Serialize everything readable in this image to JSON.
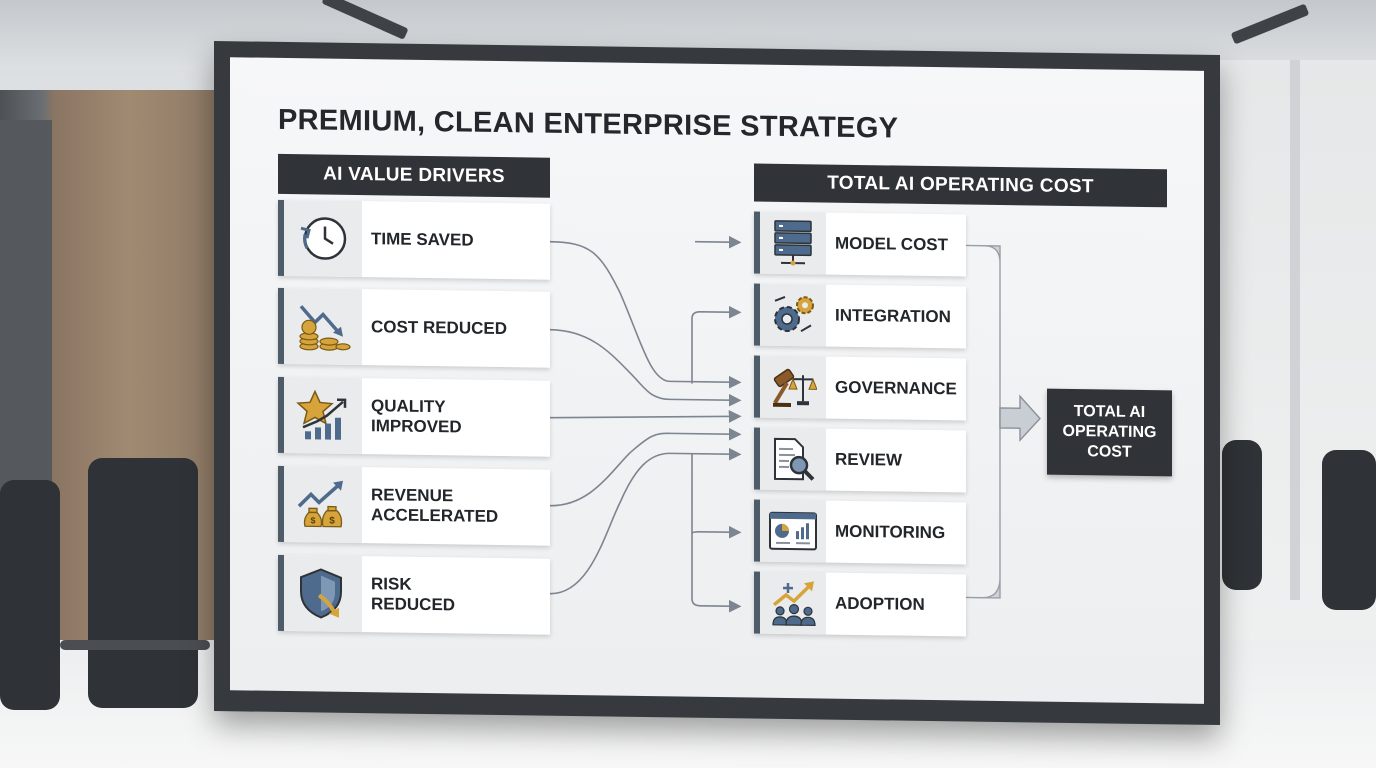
{
  "title": "PREMIUM, CLEAN ENTERPRISE STRATEGY",
  "value_drivers": {
    "header": "AI VALUE DRIVERS",
    "items": [
      {
        "label": "TIME SAVED",
        "icon": "clock-icon"
      },
      {
        "label": "COST REDUCED",
        "icon": "coins-down-icon"
      },
      {
        "label": "QUALITY\nIMPROVED",
        "icon": "star-chart-icon"
      },
      {
        "label": "REVENUE\nACCELERATED",
        "icon": "money-bag-growth-icon"
      },
      {
        "label": "RISK\nREDUCED",
        "icon": "shield-icon"
      }
    ]
  },
  "operating_cost": {
    "header": "TOTAL AI OPERATING COST",
    "items": [
      {
        "label": "MODEL COST",
        "icon": "server-icon"
      },
      {
        "label": "INTEGRATION",
        "icon": "gears-icon"
      },
      {
        "label": "GOVERNANCE",
        "icon": "gavel-icon"
      },
      {
        "label": "REVIEW",
        "icon": "document-search-icon"
      },
      {
        "label": "MONITORING",
        "icon": "dashboard-icon"
      },
      {
        "label": "ADOPTION",
        "icon": "team-growth-icon"
      }
    ]
  },
  "result": {
    "label": "TOTAL AI\nOPERATING\nCOST"
  },
  "colors": {
    "dark": "#303337",
    "accent_blue": "#4e6a8c",
    "accent_gold": "#d6a43a",
    "connector": "#7d8590"
  }
}
